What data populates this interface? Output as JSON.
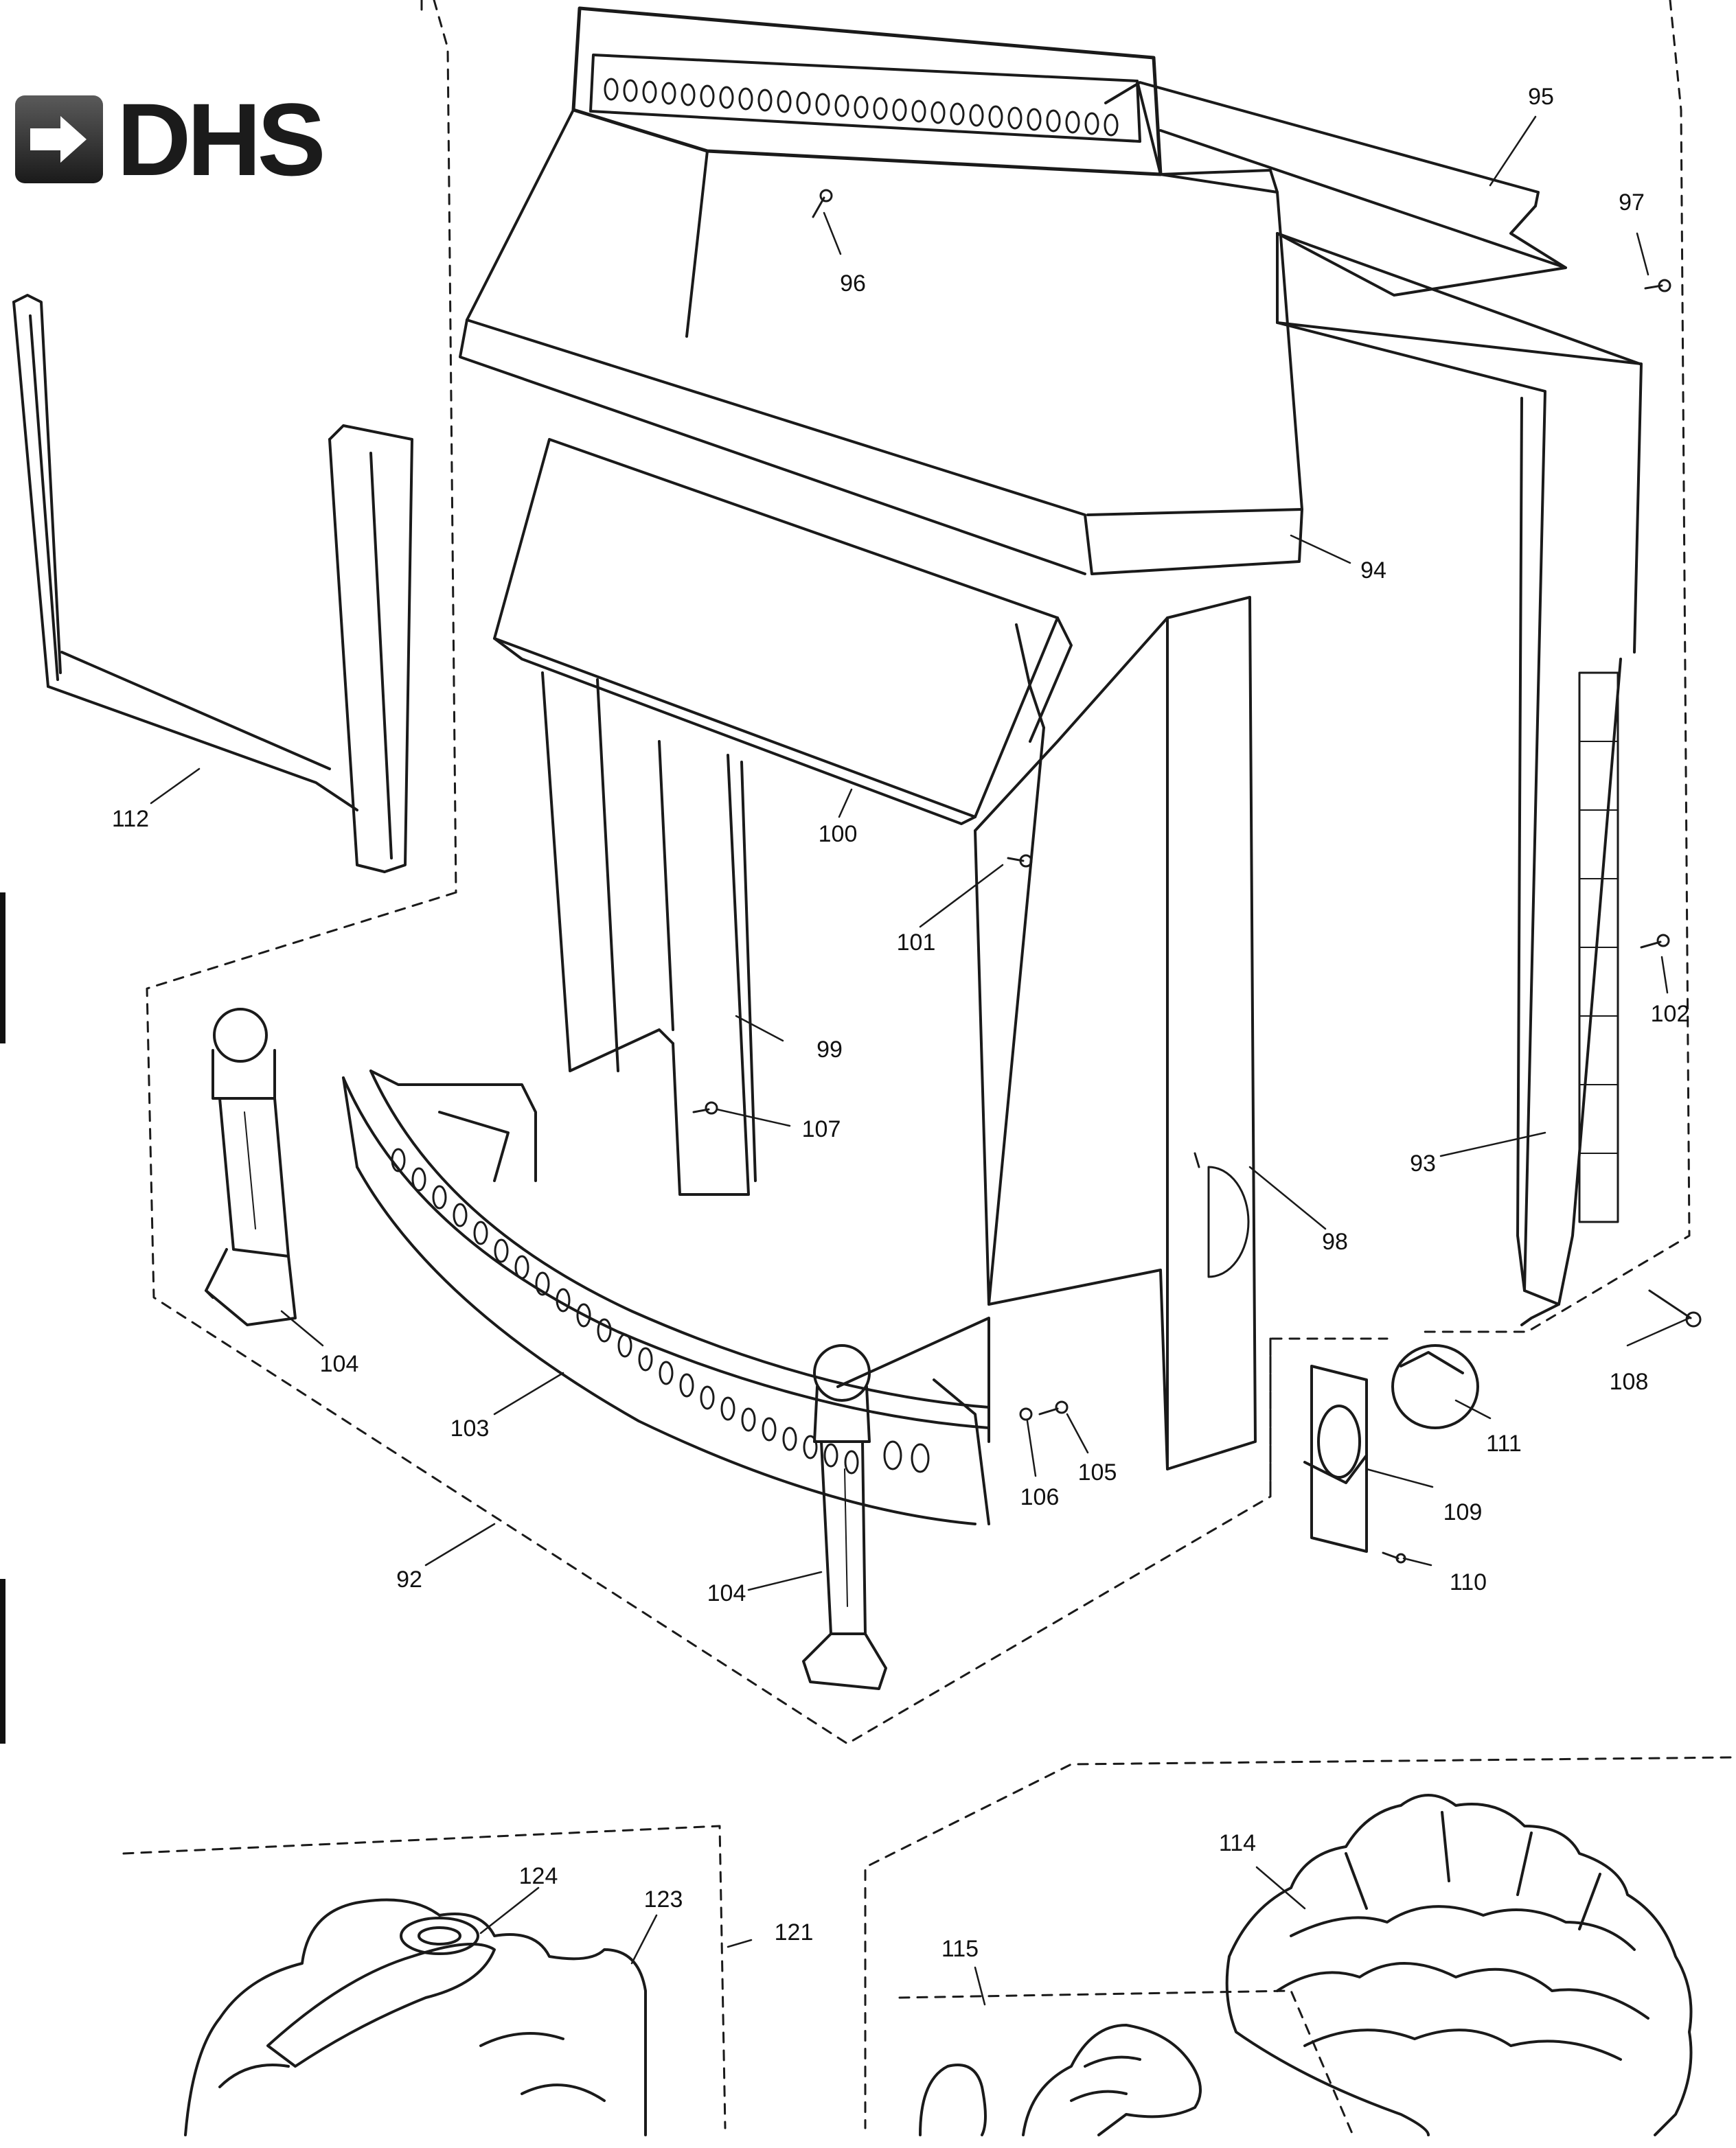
{
  "brand": {
    "logo_text": "DHS",
    "logo_icon": "arrow-right-icon"
  },
  "callouts": [
    {
      "id": "c95",
      "label": "95"
    },
    {
      "id": "c97",
      "label": "97"
    },
    {
      "id": "c96",
      "label": "96"
    },
    {
      "id": "c94",
      "label": "94"
    },
    {
      "id": "c112",
      "label": "112"
    },
    {
      "id": "c100",
      "label": "100"
    },
    {
      "id": "c101",
      "label": "101"
    },
    {
      "id": "c102",
      "label": "102"
    },
    {
      "id": "c99",
      "label": "99"
    },
    {
      "id": "c107",
      "label": "107"
    },
    {
      "id": "c93",
      "label": "93"
    },
    {
      "id": "c98",
      "label": "98"
    },
    {
      "id": "c104a",
      "label": "104"
    },
    {
      "id": "c108",
      "label": "108"
    },
    {
      "id": "c103",
      "label": "103"
    },
    {
      "id": "c111",
      "label": "111"
    },
    {
      "id": "c105",
      "label": "105"
    },
    {
      "id": "c106",
      "label": "106"
    },
    {
      "id": "c109",
      "label": "109"
    },
    {
      "id": "c92",
      "label": "92"
    },
    {
      "id": "c110",
      "label": "110"
    },
    {
      "id": "c104b",
      "label": "104"
    },
    {
      "id": "c114",
      "label": "114"
    },
    {
      "id": "c124",
      "label": "124"
    },
    {
      "id": "c123",
      "label": "123"
    },
    {
      "id": "c121",
      "label": "121"
    },
    {
      "id": "c115",
      "label": "115"
    }
  ]
}
